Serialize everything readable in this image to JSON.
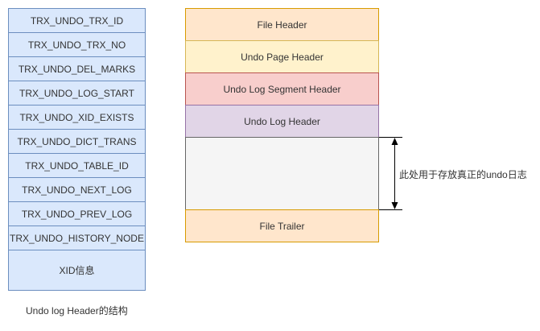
{
  "left_structure": {
    "fields": [
      "TRX_UNDO_TRX_ID",
      "TRX_UNDO_TRX_NO",
      "TRX_UNDO_DEL_MARKS",
      "TRX_UNDO_LOG_START",
      "TRX_UNDO_XID_EXISTS",
      "TRX_UNDO_DICT_TRANS",
      "TRX_UNDO_TABLE_ID",
      "TRX_UNDO_NEXT_LOG",
      "TRX_UNDO_PREV_LOG",
      "TRX_UNDO_HISTORY_NODE",
      "XID信息"
    ],
    "caption": "Undo log Header的结构",
    "fill_color": "#dae8fc",
    "stroke_color": "#6c8ebf"
  },
  "page_layout": {
    "sections": [
      {
        "label": "File Header",
        "fill": "#ffe6cc",
        "stroke": "#d79b00"
      },
      {
        "label": "Undo Page Header",
        "fill": "#fff2cc",
        "stroke": "#d6b656"
      },
      {
        "label": "Undo Log Segment Header",
        "fill": "#f8cecc",
        "stroke": "#b85450"
      },
      {
        "label": "Undo Log Header",
        "fill": "#e1d5e7",
        "stroke": "#9673a6"
      },
      {
        "label": "",
        "fill": "#f5f5f5",
        "stroke": "#666666"
      },
      {
        "label": "File Trailer",
        "fill": "#ffe6cc",
        "stroke": "#d79b00"
      }
    ],
    "annotation": "此处用于存放真正的undo日志"
  }
}
